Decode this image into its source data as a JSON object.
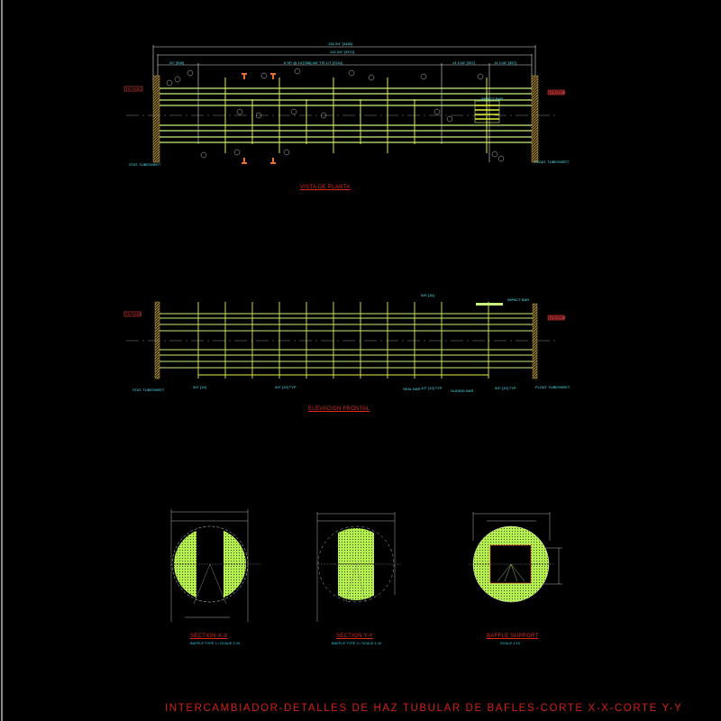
{
  "drawing": {
    "main_title": "INTERCAMBIADOR-DETALLES DE HAZ TUBULAR DE BAFLES-CORTE X-X-CORTE Y-Y",
    "background": "#000000",
    "colors": {
      "tube": "#c8f07a",
      "baffle": "#e6f03c",
      "dimension": "#4fe6f0",
      "title": "#e0281e",
      "hatch_fill": "#b8f050",
      "tubesheet": "#b89a4a"
    }
  },
  "views": {
    "plan": {
      "title": "VISTA DE PLANTA",
      "dims": {
        "overall": "136 3/4\" [3480]",
        "inner": "132 3/4\" [3372]",
        "left_seg": "20\" [508]",
        "middle_seg": "6 SP. @ 14\"[356]=84\" TIE L/T [2134]",
        "right_seg_1": "14 1/16\" [357]",
        "right_seg_2": "14 1/16\" [357]"
      },
      "left_tag": "TS-FIXED",
      "right_tag": "TS-FLOAT",
      "left_note": "STAT. TUBESHEET",
      "right_note": "FLOAT. TUBESHEET",
      "impact_label": "IMPACT BAR"
    },
    "elevation": {
      "title": "ELEVACION FRONTAL",
      "left_tag": "TS-FIXED",
      "right_tag": "TS-FLOAT",
      "left_note": "STAT. TUBESHEET",
      "right_note": "FLOAT. TUBESHEET",
      "dims": {
        "d1": "3/4\" [19]",
        "d2": "3/4\" [19] TYP",
        "d3": "5/8\" [16]",
        "d4": "1/2\" [13] TYP",
        "d5": "3/4\" [19] TYP",
        "impact": "IMPACT BAR",
        "sealing": "SEAL BAR",
        "sliding": "SLIDING BAR"
      }
    },
    "sections": [
      {
        "title": "SECTION X-X",
        "subtitle": "BAFFLE TYPE 1 / SCALE 1:10"
      },
      {
        "title": "SECTION Y-Y",
        "subtitle": "BAFFLE TYPE 2 / SCALE 1:10"
      },
      {
        "title": "BAFFLE SUPPORT",
        "subtitle": "SCALE 1:10"
      }
    ]
  }
}
